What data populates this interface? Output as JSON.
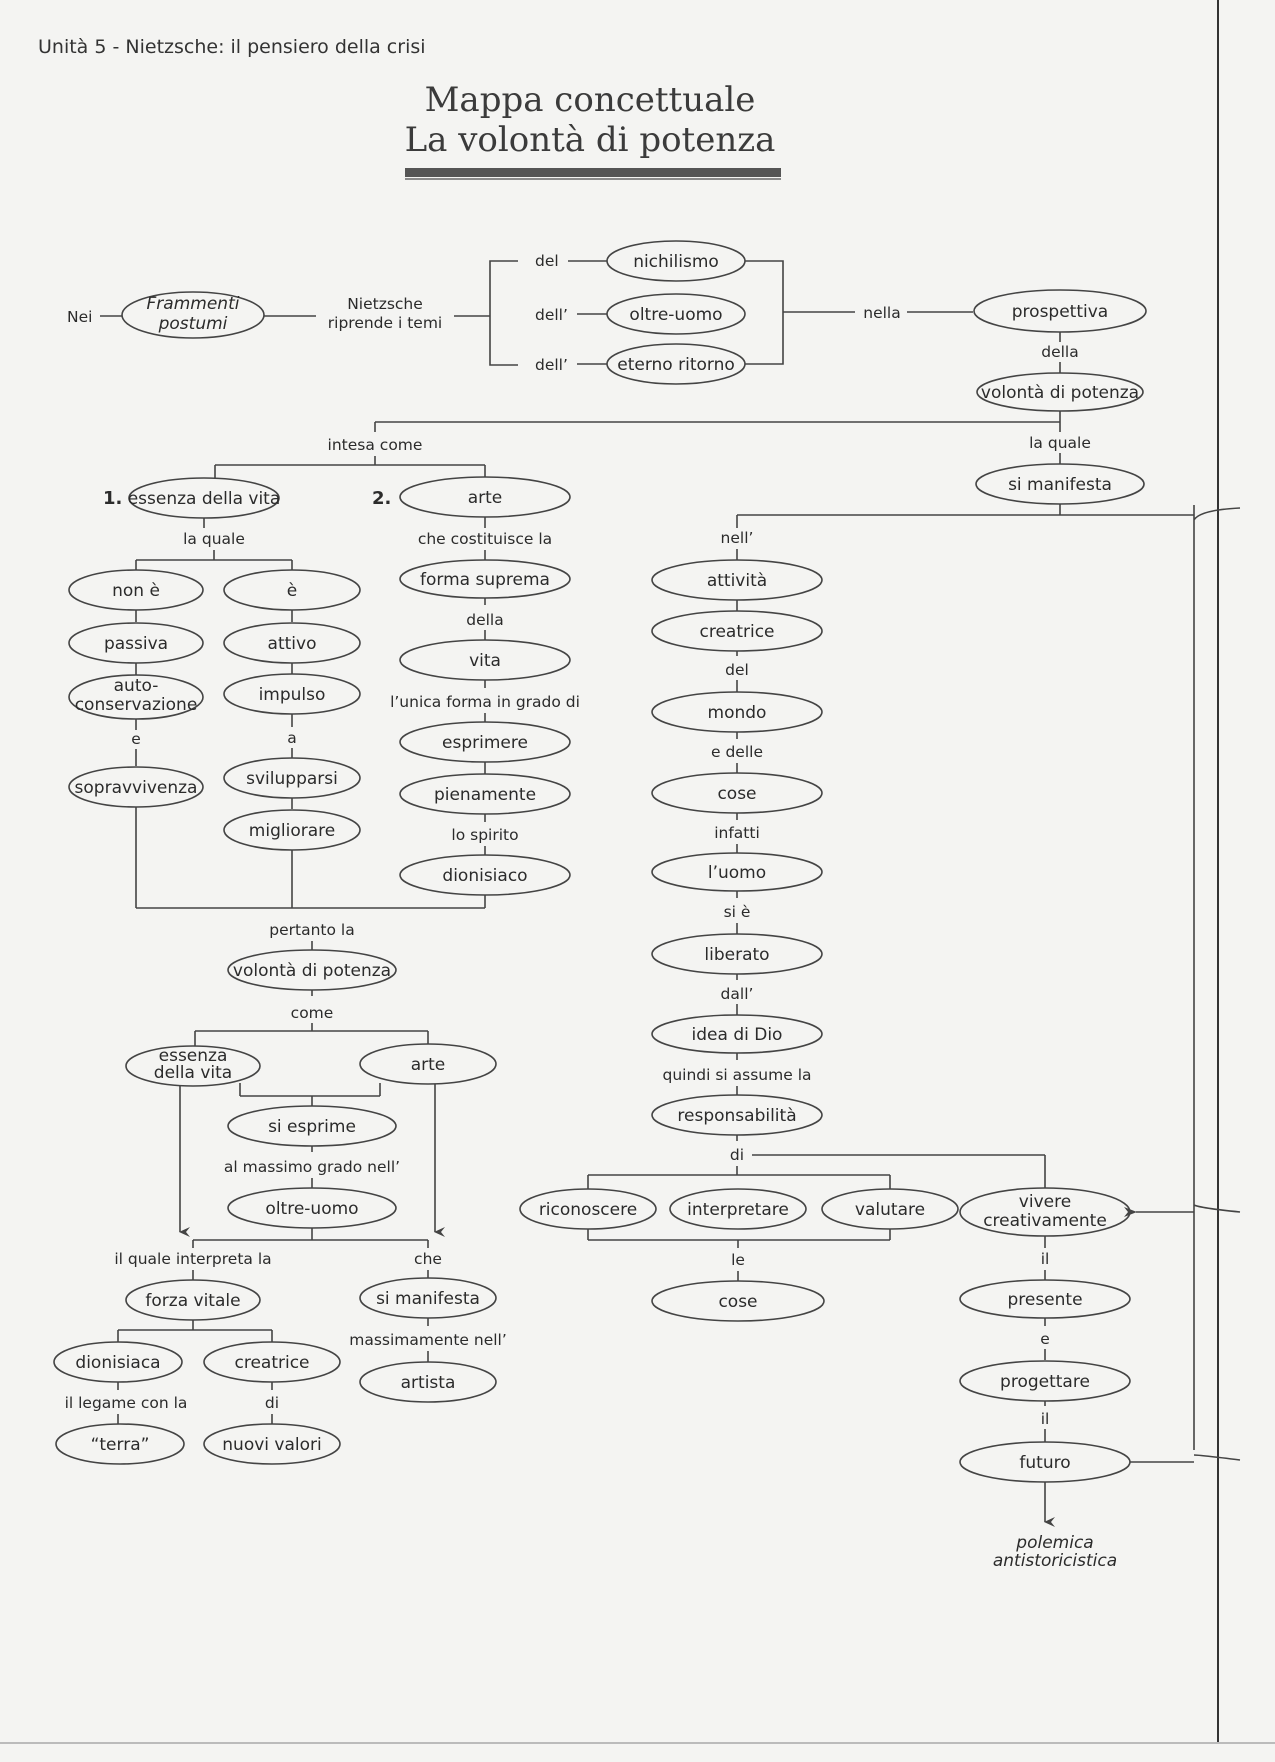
{
  "header": {
    "unit": "Unità 5 - Nietzsche: il pensiero della crisi"
  },
  "title": {
    "line1": "Mappa concettuale",
    "line2": "La volontà di potenza"
  },
  "top": {
    "nei": "Nei",
    "frammenti_1": "Frammenti",
    "frammenti_2": "postumi",
    "nietzsche_1": "Nietzsche",
    "nietzsche_2": "riprende i temi",
    "del": "del",
    "dell_1": "dell’",
    "dell_2": "dell’",
    "nichilismo": "nichilismo",
    "oltre_uomo": "oltre-uomo",
    "eterno_ritorno": "eterno ritorno",
    "nella": "nella",
    "prospettiva": "prospettiva",
    "della": "della",
    "volonta": "volontà di potenza"
  },
  "split": {
    "intesa_come": "intesa come",
    "la_quale": "la quale",
    "si_manifesta": "si manifesta"
  },
  "col1": {
    "num": "1.",
    "essenza": "essenza della vita",
    "la_quale": "la quale",
    "non_e": "non è",
    "e_accent": "è",
    "passiva": "passiva",
    "attivo": "attivo",
    "auto_1": "auto-",
    "auto_2": "conservazione",
    "impulso": "impulso",
    "e_conj": "e",
    "a": "a",
    "sopravvivenza": "sopravvivenza",
    "svilupparsi": "svilupparsi",
    "migliorare": "migliorare"
  },
  "col2": {
    "num": "2.",
    "arte": "arte",
    "che_costituisce": "che costituisce la",
    "forma_suprema": "forma suprema",
    "della": "della",
    "vita": "vita",
    "unica_forma": "l’unica forma in grado di",
    "esprimere": "esprimere",
    "pienamente": "pienamente",
    "lo_spirito": "lo spirito",
    "dionisiaco": "dionisiaco"
  },
  "lower": {
    "pertanto": "pertanto la",
    "volonta": "volontà di potenza",
    "come": "come",
    "essenza_1": "essenza",
    "essenza_2": "della vita",
    "arte": "arte",
    "si_esprime": "si esprime",
    "al_massimo": "al massimo grado nell’",
    "oltre_uomo": "oltre-uomo",
    "il_quale": "il quale interpreta la",
    "che": "che",
    "forza_vitale": "forza vitale",
    "si_manifesta": "si manifesta",
    "massimamente": "massimamente nell’",
    "dionisiaca": "dionisiaca",
    "creatrice": "creatrice",
    "artista": "artista",
    "il_legame": "il legame con la",
    "di": "di",
    "terra": "“terra”",
    "nuovi_valori": "nuovi valori"
  },
  "right": {
    "nell": "nell’",
    "attivita": "attività",
    "creatrice": "creatrice",
    "del": "del",
    "mondo": "mondo",
    "e_delle": "e delle",
    "cose": "cose",
    "infatti": "infatti",
    "uomo": "l’uomo",
    "si_e": "si è",
    "liberato": "liberato",
    "dall": "dall’",
    "idea_dio": "idea di Dio",
    "quindi": "quindi si assume la",
    "responsabilita": "responsabilità",
    "di": "di",
    "riconoscere": "riconoscere",
    "interpretare": "interpretare",
    "valutare": "valutare",
    "le": "le",
    "cose_2": "cose",
    "vivere_1": "vivere",
    "vivere_2": "creativamente",
    "il_1": "il",
    "presente": "presente",
    "e": "e",
    "progettare": "progettare",
    "il_2": "il",
    "futuro": "futuro",
    "polemica_1": "polemica",
    "polemica_2": "antistoricistica"
  }
}
